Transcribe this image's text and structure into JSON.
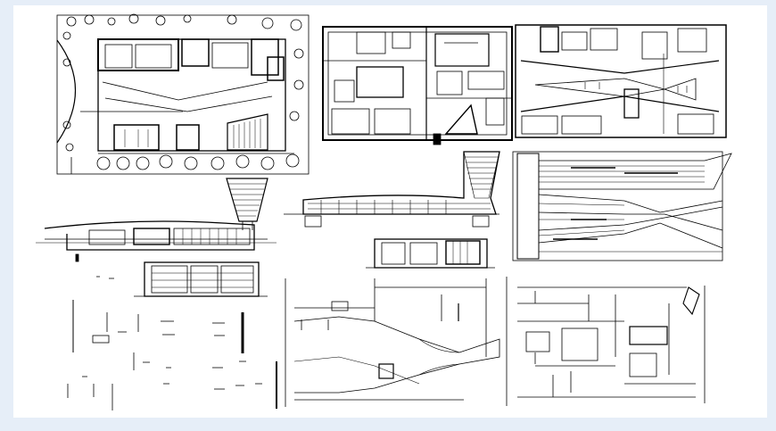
{
  "colors": {
    "background": "#e6eef8",
    "sheet": "#ffffff",
    "ink": "#000000"
  },
  "drawings": [
    {
      "id": "site-plan",
      "kind": "plan"
    },
    {
      "id": "floor-plan-a",
      "kind": "plan"
    },
    {
      "id": "floor-plan-b",
      "kind": "plan"
    },
    {
      "id": "roof-plan-lines",
      "kind": "plan"
    },
    {
      "id": "elevation-long",
      "kind": "elevation"
    },
    {
      "id": "elevation-tower",
      "kind": "elevation"
    },
    {
      "id": "section-a",
      "kind": "section"
    },
    {
      "id": "section-b",
      "kind": "section"
    },
    {
      "id": "schedule-notes",
      "kind": "notes"
    },
    {
      "id": "detail-plan-a",
      "kind": "plan"
    },
    {
      "id": "detail-plan-b",
      "kind": "plan"
    }
  ]
}
